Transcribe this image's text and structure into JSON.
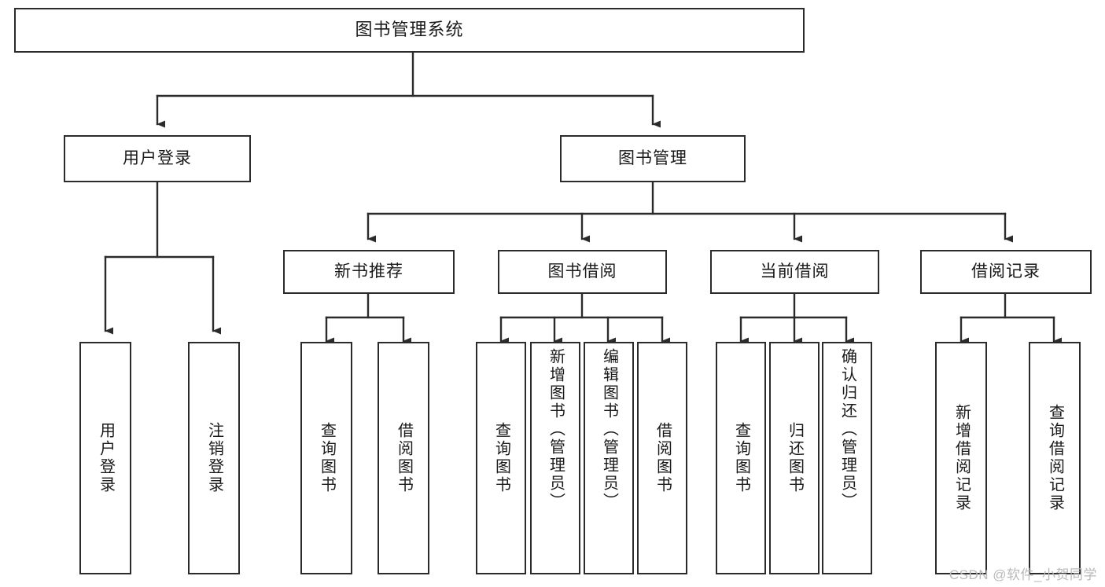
{
  "diagram": {
    "type": "tree",
    "title": "图书管理系统",
    "watermark": "CSDN @软件_小贺同学",
    "colors": {
      "box_stroke": "#2b2b2b",
      "box_fill": "#ffffff",
      "edge": "#2b2b2b",
      "text": "#1a1a1a",
      "watermark": "#b9b9b9"
    },
    "nodes": {
      "root": {
        "label": "图书管理系统",
        "orientation": "horizontal"
      },
      "user_login": {
        "label": "用户登录",
        "orientation": "horizontal"
      },
      "book_manage": {
        "label": "图书管理",
        "orientation": "horizontal"
      },
      "new_book_rec": {
        "label": "新书推荐",
        "orientation": "horizontal"
      },
      "book_borrow": {
        "label": "图书借阅",
        "orientation": "horizontal"
      },
      "current_borrow": {
        "label": "当前借阅",
        "orientation": "horizontal"
      },
      "borrow_record": {
        "label": "借阅记录",
        "orientation": "horizontal"
      },
      "leaf_user_login": {
        "label": "用户登录",
        "orientation": "vertical"
      },
      "leaf_logout": {
        "label": "注销登录",
        "orientation": "vertical"
      },
      "leaf_query_book_1": {
        "label": "查询图书",
        "orientation": "vertical"
      },
      "leaf_borrow_book_1": {
        "label": "借阅图书",
        "orientation": "vertical"
      },
      "leaf_query_book_2": {
        "label": "查询图书",
        "orientation": "vertical"
      },
      "leaf_add_book": {
        "label": "新增图书（管理员）",
        "orientation": "vertical"
      },
      "leaf_edit_book": {
        "label": "编辑图书（管理员）",
        "orientation": "vertical"
      },
      "leaf_borrow_book_2": {
        "label": "借阅图书",
        "orientation": "vertical"
      },
      "leaf_query_book_3": {
        "label": "查询图书",
        "orientation": "vertical"
      },
      "leaf_return_book": {
        "label": "归还图书",
        "orientation": "vertical"
      },
      "leaf_confirm_return": {
        "label": "确认归还（管理员）",
        "orientation": "vertical"
      },
      "leaf_add_record": {
        "label": "新增借阅记录",
        "orientation": "vertical"
      },
      "leaf_query_record": {
        "label": "查询借阅记录",
        "orientation": "vertical"
      }
    },
    "hierarchy": [
      {
        "parent": "图书管理系统",
        "children": [
          "用户登录",
          "图书管理"
        ]
      },
      {
        "parent": "用户登录",
        "children": [
          "用户登录",
          "注销登录"
        ]
      },
      {
        "parent": "图书管理",
        "children": [
          "新书推荐",
          "图书借阅",
          "当前借阅",
          "借阅记录"
        ]
      },
      {
        "parent": "新书推荐",
        "children": [
          "查询图书",
          "借阅图书"
        ]
      },
      {
        "parent": "图书借阅",
        "children": [
          "查询图书",
          "新增图书（管理员）",
          "编辑图书（管理员）",
          "借阅图书"
        ]
      },
      {
        "parent": "当前借阅",
        "children": [
          "查询图书",
          "归还图书",
          "确认归还（管理员）"
        ]
      },
      {
        "parent": "借阅记录",
        "children": [
          "新增借阅记录",
          "查询借阅记录"
        ]
      }
    ]
  }
}
